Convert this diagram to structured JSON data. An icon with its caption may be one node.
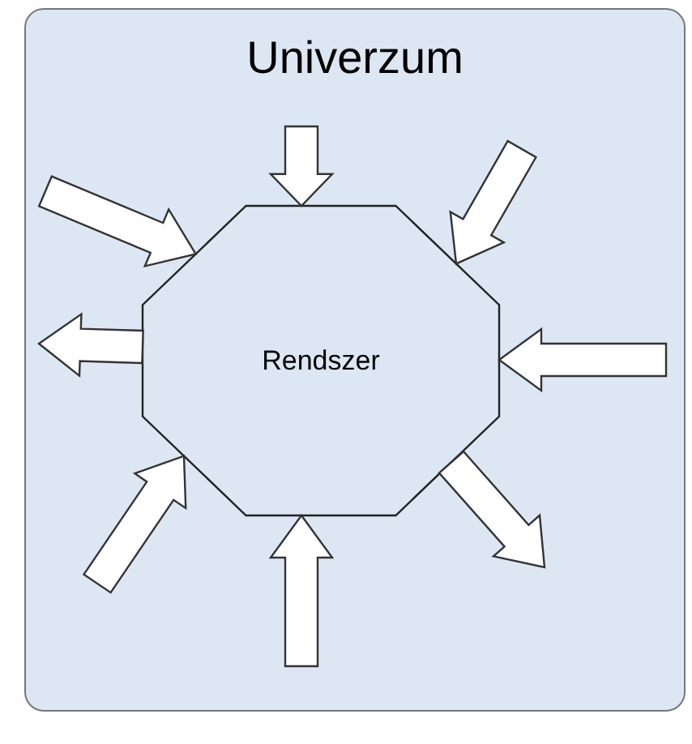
{
  "diagram": {
    "nodes": [
      {
        "text": [
          "Univerzum"
        ]
      },
      {
        "text": [
          "Rendszer"
        ],
        "in": 0
      }
    ],
    "edges": [
      {
        "from": null,
        "to": 1,
        "arrow": "to"
      },
      {
        "from": null,
        "to": 1,
        "arrow": "to"
      },
      {
        "from": null,
        "to": 1,
        "arrow": "to"
      },
      {
        "from": 1,
        "to": null,
        "arrow": "to"
      },
      {
        "from": null,
        "to": 1,
        "arrow": "to"
      },
      {
        "from": null,
        "to": 1,
        "arrow": "to"
      },
      {
        "from": 1,
        "to": null,
        "arrow": "to"
      },
      {
        "from": null,
        "to": 1,
        "arrow": "to"
      }
    ]
  }
}
